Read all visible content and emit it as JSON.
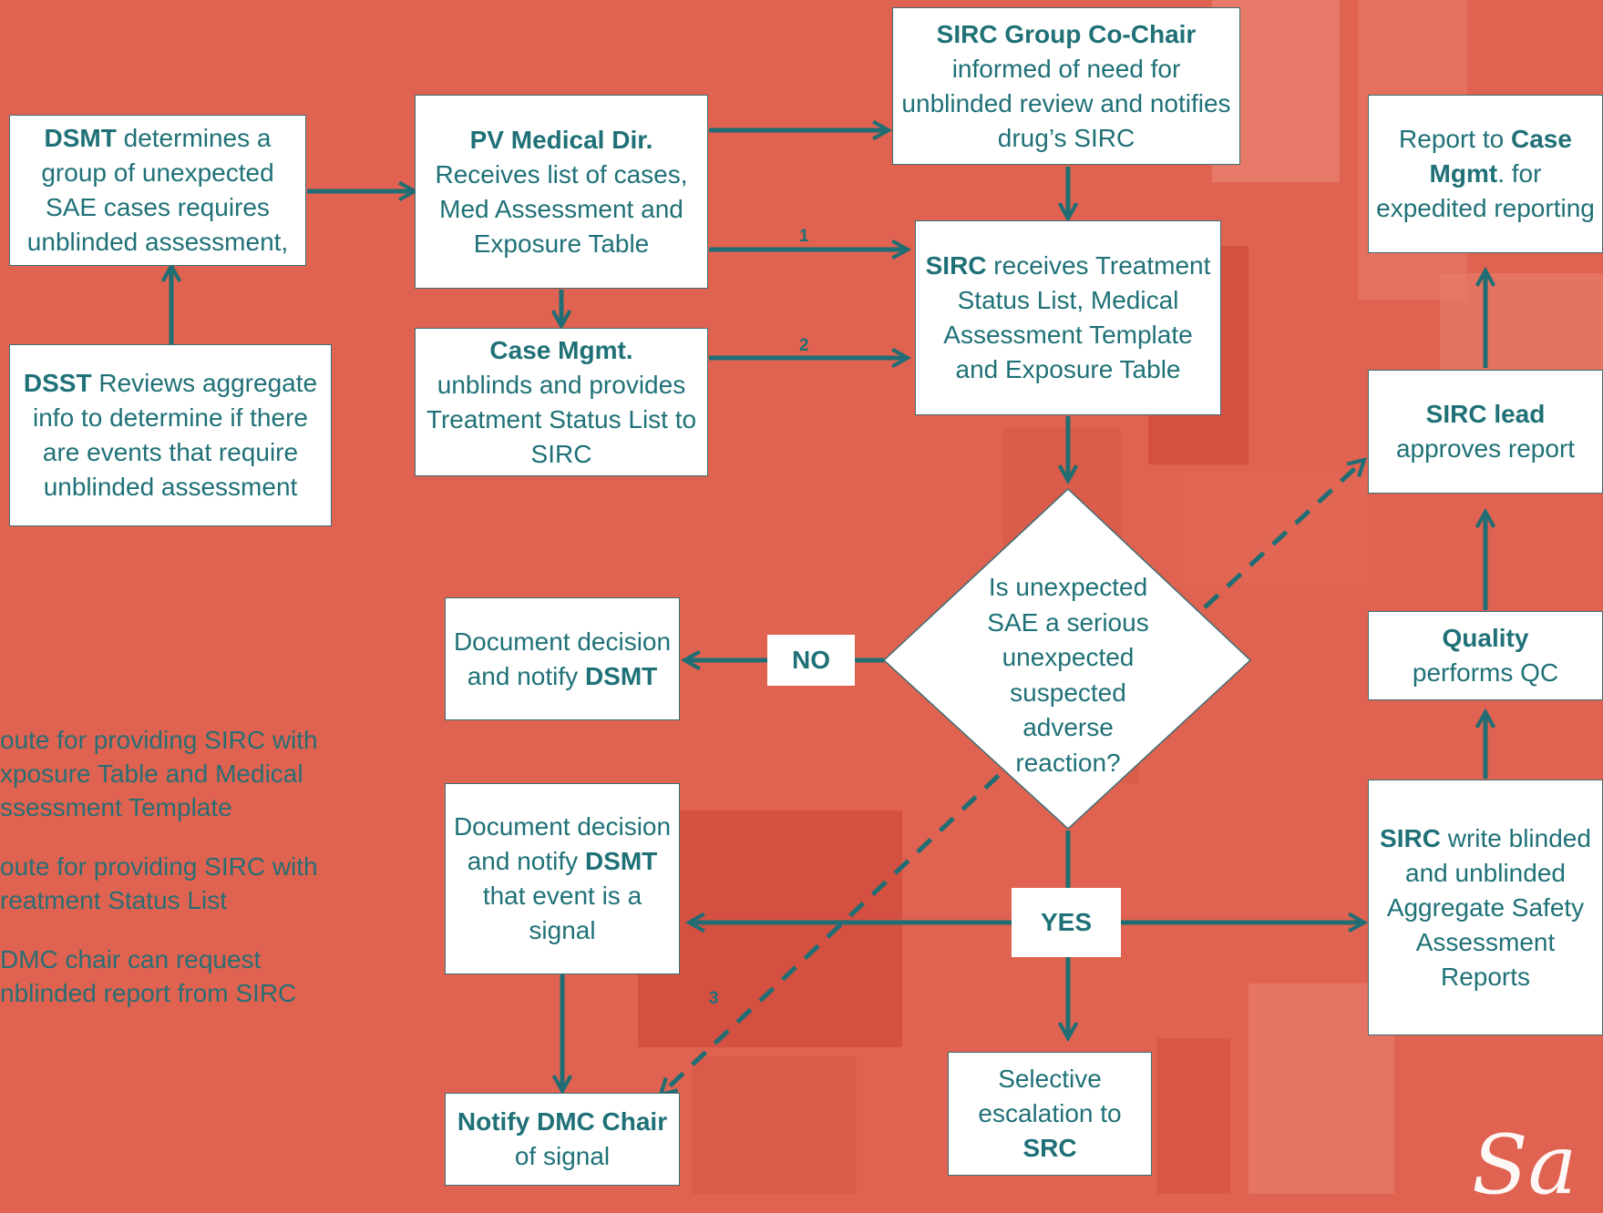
{
  "colors": {
    "background": "#e06250",
    "box_fill": "#ffffff",
    "text": "#1f7177",
    "arrow": "#206e74"
  },
  "boxes": {
    "dsmt": {
      "b1": "DSMT",
      "t1": " determines a group of unexpected SAE cases requires unblinded assessment,"
    },
    "dsst": {
      "b1": "DSST",
      "t1": " Reviews aggregate info to determine if there are events that require unblinded assessment"
    },
    "pv": {
      "b1": "PV Medical Dir.",
      "t1": "Receives list of cases, Med Assessment  and Exposure Table"
    },
    "case": {
      "b1": "Case Mgmt.",
      "t1": "unblinds and provides Treatment Status List to SIRC"
    },
    "cochair": {
      "b1": "SIRC Group Co-Chair",
      "t1": "informed of need for unblinded review and notifies drug’s SIRC"
    },
    "sirc_recv": {
      "b1": "SIRC",
      "t1": " receives Treatment Status List, Medical Assessment Template and Exposure Table"
    },
    "report": {
      "t1": "Report to ",
      "b1": "Case Mgmt",
      "t2": ". for expedited reporting"
    },
    "lead": {
      "b1": "SIRC lead",
      "t1": "approves report"
    },
    "quality": {
      "b1": "Quality",
      "t1": "performs QC"
    },
    "write": {
      "b1": "SIRC",
      "t1": " write blinded and unblinded Aggregate Safety Assessment Reports"
    },
    "doc_no": {
      "t1": "Document decision and notify ",
      "b1": "DSMT"
    },
    "doc_yes": {
      "t1": "Document decision and notify ",
      "b1": "DSMT",
      "t2": " that event is a signal"
    },
    "dmc": {
      "b1": "Notify DMC Chair",
      "t1": " of signal"
    },
    "escal": {
      "t1": "Selective escalation to ",
      "b1": "SRC"
    }
  },
  "diamond_lines": [
    "Is unexpected",
    "SAE a serious",
    "unexpected",
    "suspected",
    "adverse",
    "reaction?"
  ],
  "labels": {
    "no": "NO",
    "yes": "YES"
  },
  "route_numbers": {
    "r1": "1",
    "r2": "2",
    "r3": "3"
  },
  "legend": [
    [
      "oute for providing SIRC with",
      "xposure Table and Medical",
      "ssessment Template"
    ],
    [
      "oute for providing SIRC with",
      "reatment Status List"
    ],
    [
      "DMC chair can request",
      "nblinded report from SIRC"
    ]
  ],
  "logo_text": "Sa"
}
